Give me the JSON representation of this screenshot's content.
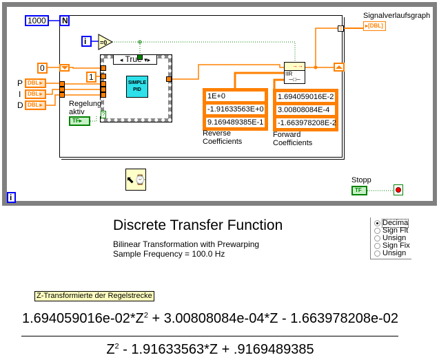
{
  "diagram": {
    "loop_count": "1000",
    "loop_count_terminal": "N",
    "iteration_terminal": "i",
    "compare_zero": "=0",
    "shift_init": "0",
    "constant_one": "1",
    "case_selector": "True",
    "pid_vi": [
      "SIMPLE",
      "PID"
    ],
    "pid_inputs": [
      {
        "label": "P",
        "type": "DBL"
      },
      {
        "label": "I",
        "type": "DBL"
      },
      {
        "label": "D",
        "type": "DBL"
      }
    ],
    "enable_label": "Regelung aktiv",
    "enable_type": "TF",
    "case_condition": "?",
    "iir_label": "IIR",
    "reverse_coefficients": {
      "label": "Reverse Coefficients",
      "values": [
        "1E+0",
        "-1.91633563E+0",
        "9.169489385E-1"
      ]
    },
    "forward_coefficients": {
      "label": "Forward Coefficients",
      "values": [
        "1.694059016E-2",
        "3.00808084E-4",
        "-1.663978208E-2"
      ]
    },
    "graph_label": "Signalverlaufsgraph",
    "graph_type": "DBL",
    "stop_label": "Stopp",
    "stop_type": "TF",
    "outer_iteration": "i",
    "wire_colors": {
      "double": "#ff8000",
      "boolean": "#008000",
      "integer": "#0000ff"
    }
  },
  "panel": {
    "title": "Discrete Transfer Function",
    "subtitle1": "Bilinear Transformation with Prewarping",
    "subtitle2": "Sample Frequency = 100.0 Hz",
    "format_options": [
      "Decima",
      "Sign Flt",
      "Unsign",
      "Sign Fix",
      "Unsign"
    ],
    "format_selected": 0,
    "tooltip": "Z-Transformierte der Regelstrecke",
    "numerator": {
      "a": "1.694059016e-02*Z",
      "a_exp": "2",
      "b": " + 3.00808084e-04*Z - 1.663978208e-02"
    },
    "denominator": {
      "a": "Z",
      "a_exp": "2",
      "b": " - 1.91633563*Z + .9169489385"
    }
  }
}
